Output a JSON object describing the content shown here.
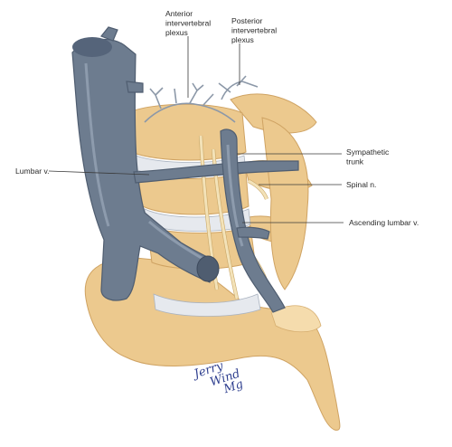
{
  "labels": {
    "anterior_plexus": [
      "Anterior",
      "intervertebral",
      "plexus"
    ],
    "posterior_plexus": [
      "Posterior",
      "intervertebral",
      "plexus"
    ],
    "sympathetic_trunk": [
      "Sympathetic",
      "trunk"
    ],
    "spinal_nerve": "Spinal n.",
    "lumbar_vein": "Lumbar v.",
    "ascending_lumbar_vein": "Ascending lumbar v."
  },
  "signature": [
    "Jerry",
    "Wind",
    "Mg"
  ],
  "colors": {
    "bone": "#ecc98e",
    "disc": "#e6e9ee",
    "vein": "#6d7c8f",
    "nerve": "#f3e2b8"
  }
}
